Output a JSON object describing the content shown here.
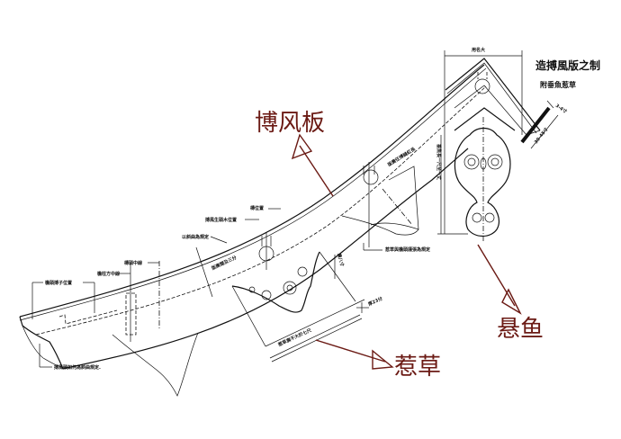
{
  "title": {
    "main": "造搏風版之制",
    "subtitle": "附垂魚惹草"
  },
  "annotations": {
    "bofengban": "博风板",
    "xuanyu": "悬鱼",
    "recao": "惹草"
  },
  "dimension_labels": {
    "top_width": "用名大",
    "right_thickness": "3-4寸",
    "right_length": "30-45寸",
    "fish_height": "垂魚長一尺至一丈",
    "board_width_upper": "版廣任博縫紅長",
    "recao_width": "惹草廣不大於七尺",
    "recao_side": "廣八寸",
    "recao_dim": "厚23分",
    "recao_note": "惹草與檐頭謹張為規定"
  },
  "detail_labels": {
    "purlin_pos": "槫位置",
    "purlin_end": "搏風生頭木位置",
    "curve_rule": "以斜曲為規定",
    "board_width_lower": "版廣闊及三分",
    "tie_center": "槫頭中線",
    "column_center": "檐柱方中線",
    "eave_end": "檐頭搏子位置",
    "bottom_note": "搏風頭如何為斜曲規定."
  },
  "colors": {
    "annotation": "#6b1a14",
    "ink": "#111111",
    "background": "#ffffff"
  }
}
